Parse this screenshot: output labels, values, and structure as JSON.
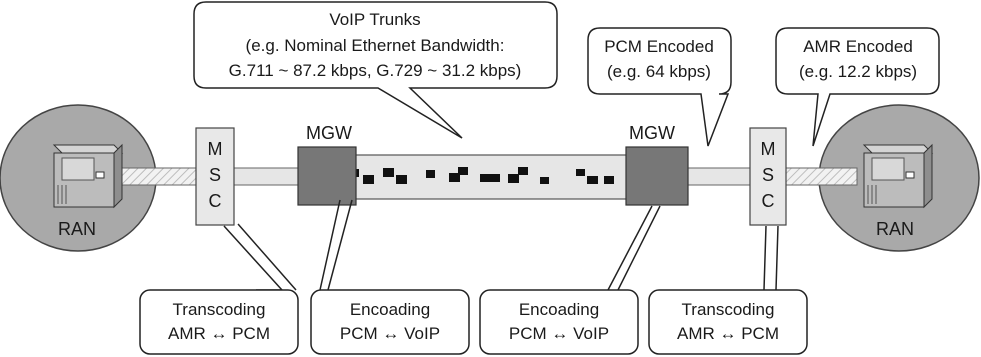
{
  "nodes": {
    "ran_left": {
      "label": "RAN"
    },
    "ran_right": {
      "label": "RAN"
    },
    "msc_left": {
      "letters": [
        "M",
        "S",
        "C"
      ]
    },
    "msc_right": {
      "letters": [
        "M",
        "S",
        "C"
      ]
    },
    "mgw_left": {
      "label": "MGW"
    },
    "mgw_right": {
      "label": "MGW"
    }
  },
  "callouts": {
    "voip_trunks": {
      "lines": [
        "VoIP Trunks",
        "(e.g. Nominal Ethernet Bandwidth:",
        "G.711  ~ 87.2 kbps, G.729 ~ 31.2 kbps)"
      ]
    },
    "pcm_encoded": {
      "lines": [
        "PCM Encoded",
        "(e.g. 64 kbps)"
      ]
    },
    "amr_encoded": {
      "lines": [
        "AMR Encoded",
        "(e.g. 12.2 kbps)"
      ]
    }
  },
  "bottom_boxes": [
    {
      "lines": [
        "Transcoding",
        "AMR ↔ PCM"
      ]
    },
    {
      "lines": [
        "Encoading",
        "PCM ↔ VoIP"
      ]
    },
    {
      "lines": [
        "Encoading",
        "PCM ↔ VoIP"
      ]
    },
    {
      "lines": [
        "Transcoding",
        "AMR ↔ PCM"
      ]
    }
  ],
  "colors": {
    "ran_fill": "#a9a9a9",
    "mgw_fill": "#777777",
    "trunk_fill": "#e6e6e6",
    "msc_fill": "#e8e8e8",
    "packet_fill": "#111111"
  }
}
